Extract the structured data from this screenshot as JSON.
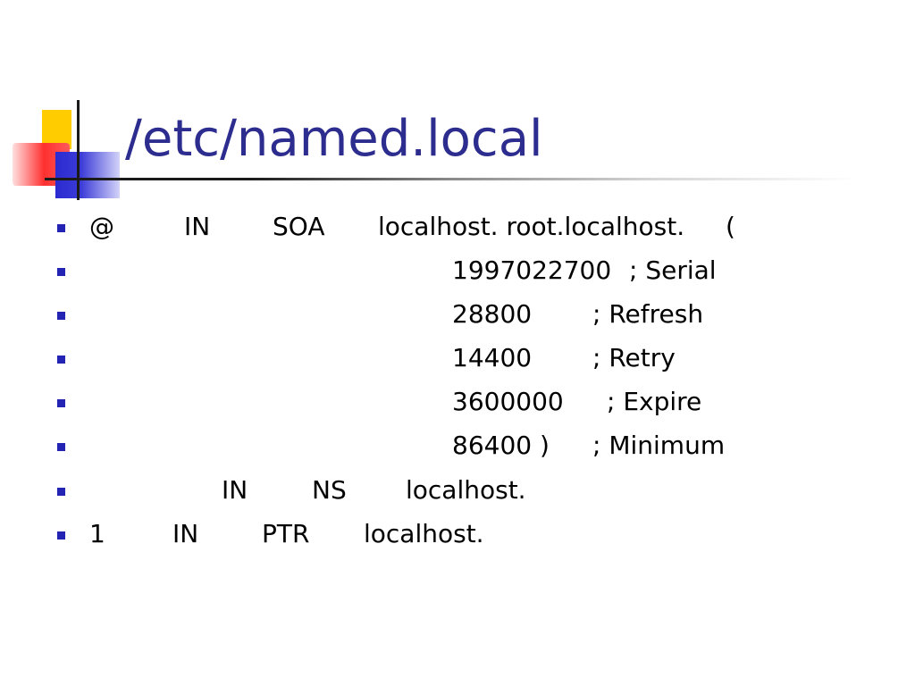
{
  "slide": {
    "title": "/etc/named.local",
    "accent_title_color": "#2d2d8f",
    "bullet_color": "#2323b4",
    "rows": [
      {
        "cols": [
          "@",
          "IN",
          "SOA",
          "localhost. root.localhost.",
          "("
        ]
      },
      {
        "value": "1997022700",
        "comment": "; Serial"
      },
      {
        "value": "28800",
        "comment": "; Refresh"
      },
      {
        "value": "14400",
        "comment": "; Retry"
      },
      {
        "value": "3600000",
        "comment": "; Expire"
      },
      {
        "value": "86400 )",
        "comment": "; Minimum"
      },
      {
        "cols": [
          "IN",
          "NS",
          "localhost."
        ]
      },
      {
        "cols": [
          "1",
          "IN",
          "PTR",
          "localhost."
        ]
      }
    ]
  }
}
